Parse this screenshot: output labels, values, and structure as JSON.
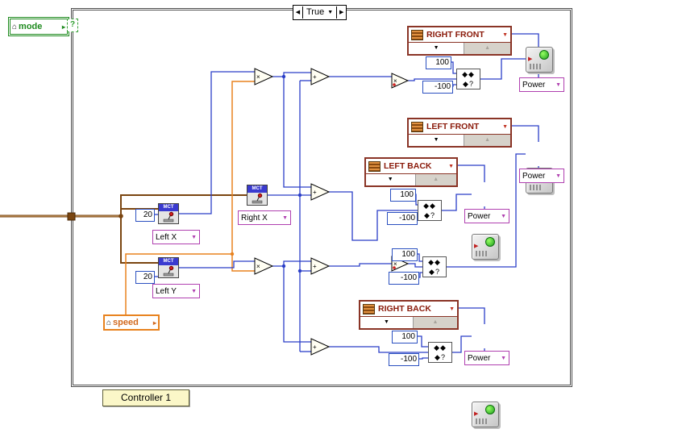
{
  "case_structure": {
    "selector_value": "True"
  },
  "terminals": {
    "mode_label": "mode",
    "speed_label": "speed",
    "selector_question": "?"
  },
  "caption": {
    "controller": "Controller 1"
  },
  "joysticks": {
    "icon_text": "MCT",
    "items": [
      {
        "axis": "Left X",
        "deadband": "20"
      },
      {
        "axis": "Left Y",
        "deadband": "20"
      },
      {
        "axis": "Right X"
      }
    ]
  },
  "motors": [
    {
      "name": "RIGHT FRONT",
      "power": "Power"
    },
    {
      "name": "LEFT FRONT",
      "power": "Power"
    },
    {
      "name": "LEFT BACK",
      "power": "Power"
    },
    {
      "name": "RIGHT BACK",
      "power": "Power"
    }
  ],
  "limits": [
    {
      "high": "100",
      "low": "-100"
    },
    {
      "high": "100",
      "low": "-100"
    },
    {
      "high": "100",
      "low": "-100"
    },
    {
      "high": "100",
      "low": "-100"
    }
  ],
  "colors": {
    "wire_numeric": "#2b3fc8",
    "wire_speed": "#e8821e",
    "wire_device": "#7a4510",
    "wire_boolean": "#2f9e2f",
    "motor_ref_border": "#8a3426",
    "enum_border": "#b040b0",
    "constant_border": "#2b50c0",
    "mode_green": "#1e8a1e",
    "label_bg": "#fbf7c8"
  }
}
